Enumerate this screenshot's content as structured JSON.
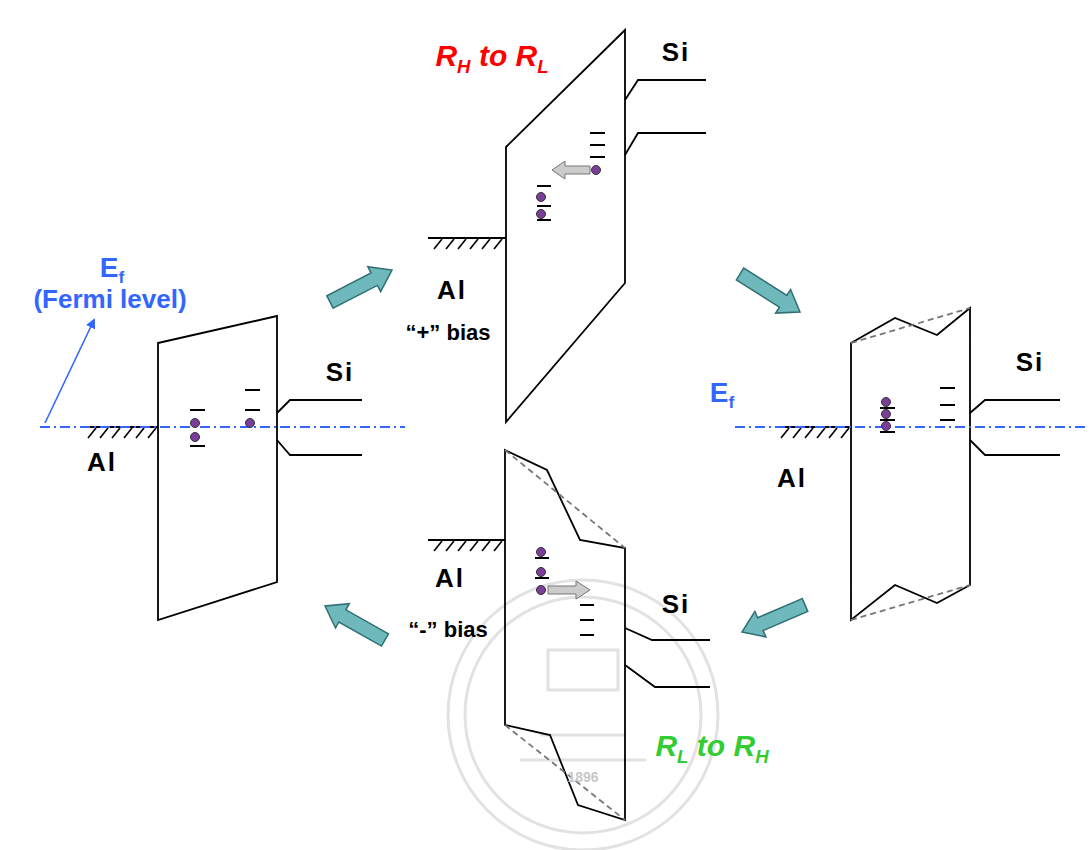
{
  "diagram": {
    "labels": [
      "E",
      "f",
      "(Fermi level)",
      "Al",
      "Si",
      "R",
      "H",
      "to R",
      "L",
      "Al",
      "“+” bias",
      "Si",
      "E",
      "f",
      "Al",
      "Si",
      "Al",
      "“-” bias",
      "Si",
      "R",
      "L",
      "to R",
      "H",
      "1896"
    ]
  }
}
